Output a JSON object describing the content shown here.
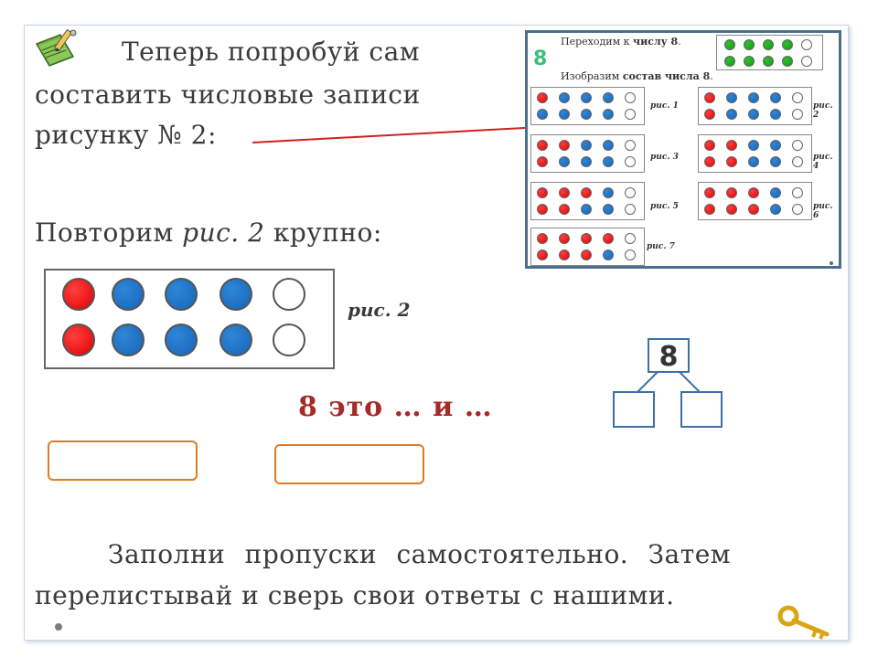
{
  "instruction": {
    "line1": "Теперь  попробуй  сам",
    "line2": "составить  числовые  записи",
    "line3": "рисунку  № 2:"
  },
  "repeat": {
    "prefix": "Повторим ",
    "italic": "рис. 2",
    "suffix": "  крупно:"
  },
  "big_figure": {
    "label": "рис. 2",
    "rows": [
      [
        "red",
        "blue",
        "blue",
        "blue",
        "empty"
      ],
      [
        "red",
        "blue",
        "blue",
        "blue",
        "empty"
      ]
    ]
  },
  "equation": "8  это  …  и  …",
  "tree": {
    "top": "8"
  },
  "footer": {
    "line1": "Заполни  пропуски  самостоятельно.  Затем",
    "line2": "перелистывай  и  сверь  свои  ответы  с  нашими."
  },
  "thumbnail": {
    "number": "8",
    "heading1_plain": "Переходим  к  ",
    "heading1_bold": "числу 8",
    "heading1_end": ".",
    "heading2_plain": "Изобразим  ",
    "heading2_bold": "состав  числа  8",
    "heading2_end": ".",
    "green_rows": [
      [
        "green",
        "green",
        "green",
        "green",
        "empty"
      ],
      [
        "green",
        "green",
        "green",
        "green",
        "empty"
      ]
    ],
    "figures": [
      {
        "label": "рис. 1",
        "rows": [
          [
            "red",
            "blue",
            "blue",
            "blue",
            "empty"
          ],
          [
            "blue",
            "blue",
            "blue",
            "blue",
            "empty"
          ]
        ]
      },
      {
        "label": "рис. 2",
        "rows": [
          [
            "red",
            "blue",
            "blue",
            "blue",
            "empty"
          ],
          [
            "red",
            "blue",
            "blue",
            "blue",
            "empty"
          ]
        ]
      },
      {
        "label": "рис. 3",
        "rows": [
          [
            "red",
            "red",
            "blue",
            "blue",
            "empty"
          ],
          [
            "red",
            "blue",
            "blue",
            "blue",
            "empty"
          ]
        ]
      },
      {
        "label": "рис. 4",
        "rows": [
          [
            "red",
            "red",
            "blue",
            "blue",
            "empty"
          ],
          [
            "red",
            "red",
            "blue",
            "blue",
            "empty"
          ]
        ]
      },
      {
        "label": "рис. 5",
        "rows": [
          [
            "red",
            "red",
            "red",
            "blue",
            "empty"
          ],
          [
            "red",
            "red",
            "blue",
            "blue",
            "empty"
          ]
        ]
      },
      {
        "label": "рис. 6",
        "rows": [
          [
            "red",
            "red",
            "red",
            "blue",
            "empty"
          ],
          [
            "red",
            "red",
            "red",
            "blue",
            "empty"
          ]
        ]
      },
      {
        "label": "рис. 7",
        "rows": [
          [
            "red",
            "red",
            "red",
            "red",
            "empty"
          ],
          [
            "red",
            "red",
            "red",
            "blue",
            "empty"
          ]
        ]
      }
    ]
  },
  "colors": {
    "red": "#e00000",
    "blue": "#1565b8",
    "green": "#129a12",
    "answer_border": "#e07b25",
    "tree_border": "#3d6fa8",
    "equation": "#a62a2a",
    "arrow": "#d22020"
  },
  "icons": {
    "pencil_book": "pencil-book-icon",
    "key": "key-icon"
  }
}
